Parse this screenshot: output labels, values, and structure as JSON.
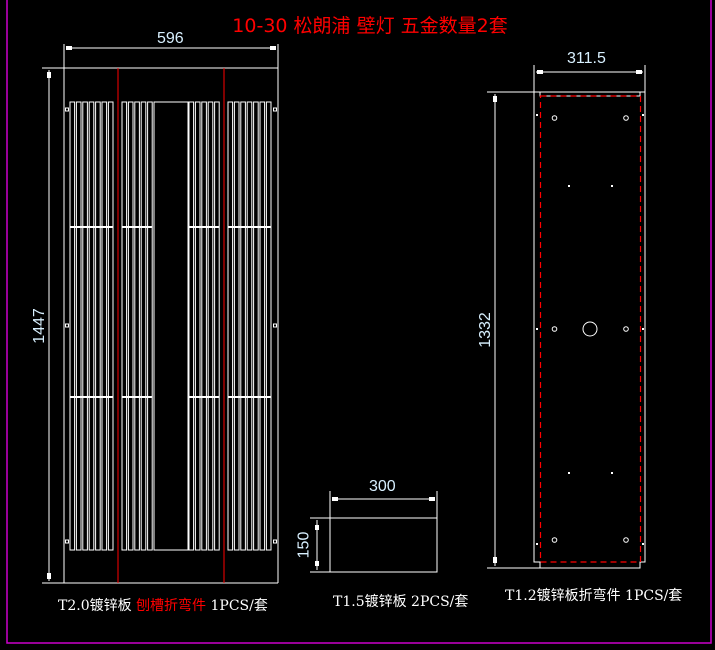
{
  "title": "10-30 松朗浦 壁灯 五金数量2套",
  "colors": {
    "background": "#000000",
    "line": "#ffffff",
    "accent": "#ff0000",
    "frame": "#cc00cc"
  },
  "parts": [
    {
      "width_dim": "596",
      "height_dim": "1447",
      "label_prefix": "T2.0镀锌板 ",
      "label_highlight": "刨槽折弯件",
      "label_suffix": " 1PCS/套"
    },
    {
      "width_dim": "300",
      "height_dim": "150",
      "label": "T1.5镀锌板 2PCS/套"
    },
    {
      "width_dim": "311.5",
      "height_dim": "1332",
      "label": "T1.2镀锌板折弯件 1PCS/套"
    }
  ]
}
